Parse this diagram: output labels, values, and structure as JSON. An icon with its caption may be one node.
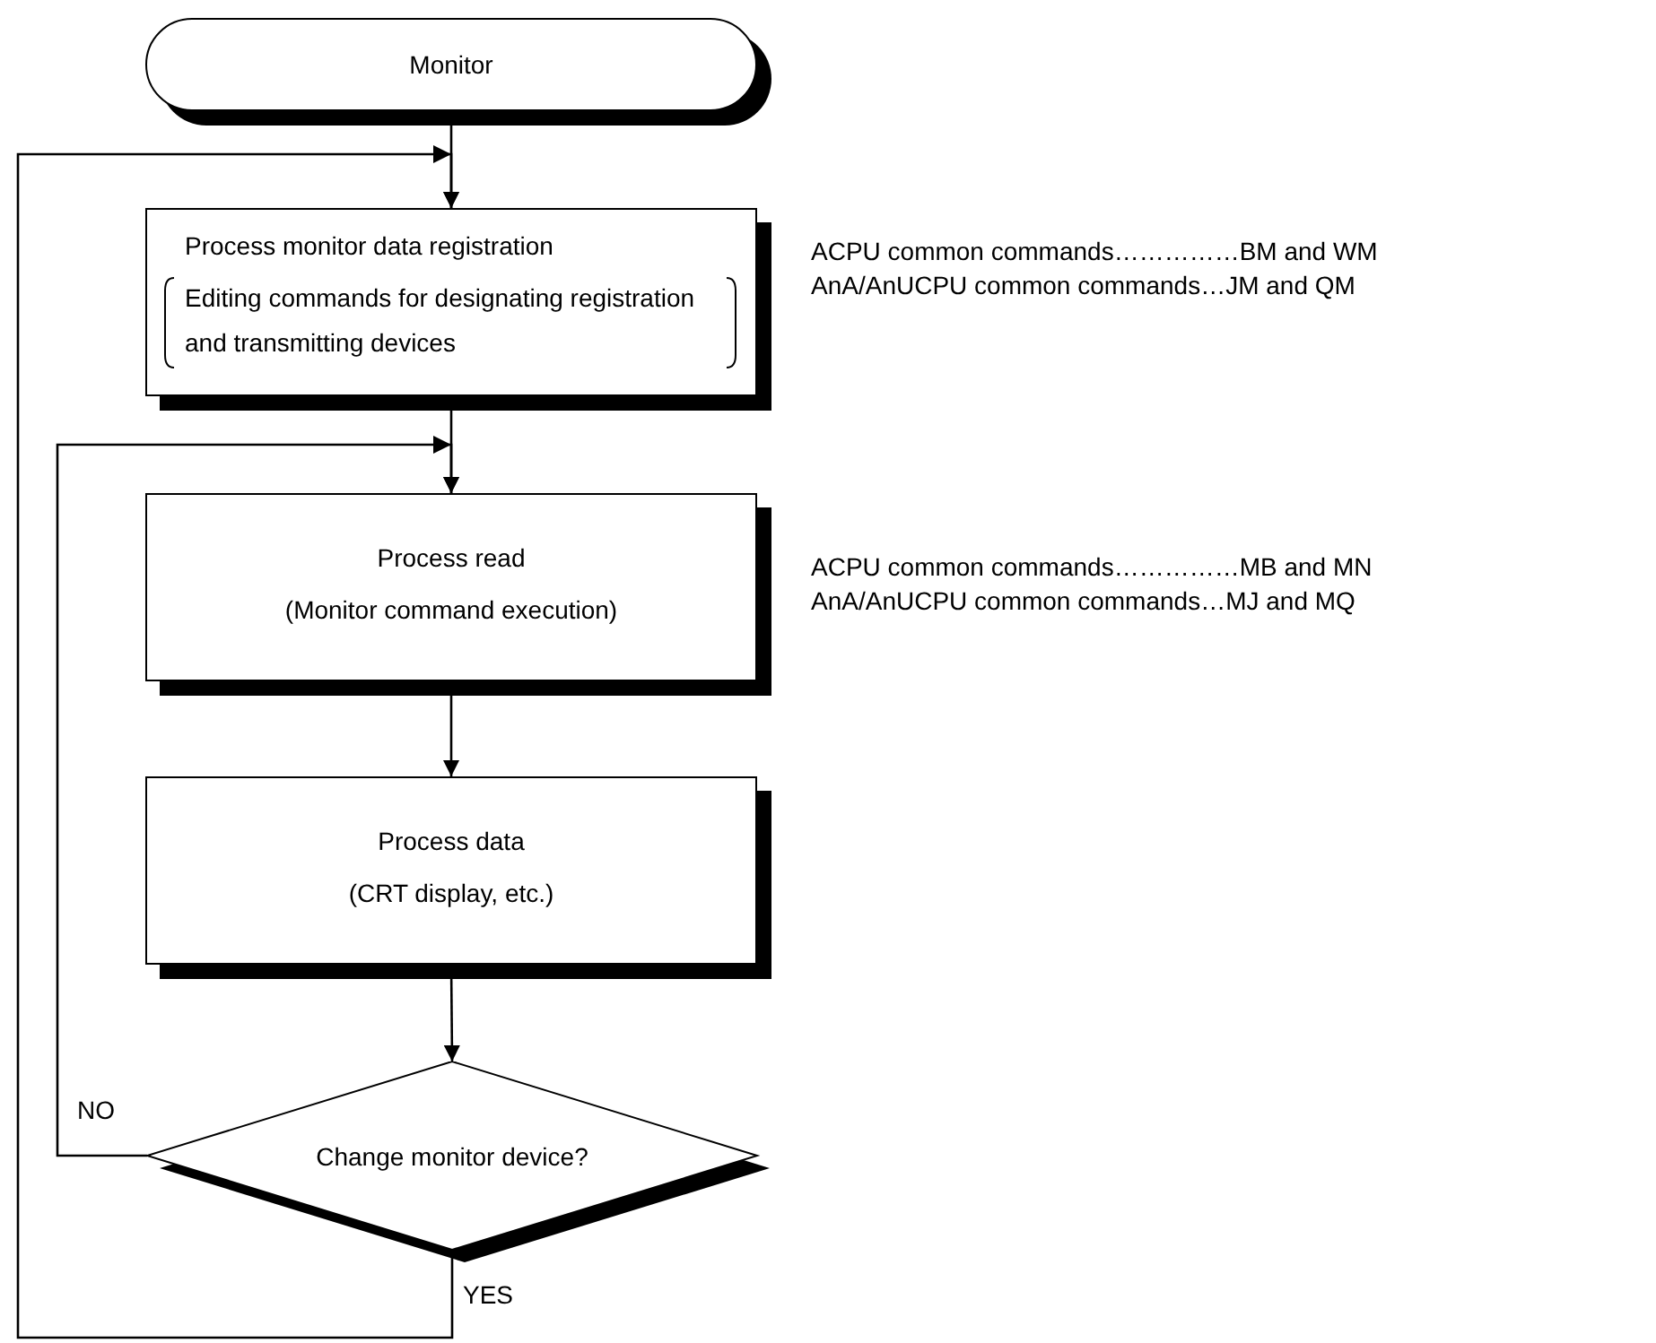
{
  "diagram": {
    "nodes": [
      {
        "text": [
          "Monitor"
        ]
      },
      {
        "text": [
          "Process monitor data registration",
          "Editing commands for designating registration and transmitting devices"
        ],
        "beside": [
          "ACPU common commands……………BM and WM",
          "AnA/AnUCPU common commands…JM and QM"
        ]
      },
      {
        "text": [
          "Process read",
          "(Monitor command execution)"
        ],
        "beside": [
          "ACPU common commands……………MB and MN",
          "AnA/AnUCPU common commands…MJ and MQ"
        ]
      },
      {
        "text": [
          "Process data",
          "(CRT display, etc.)"
        ]
      },
      {
        "text": [
          "Change monitor device?"
        ]
      }
    ],
    "edges": [
      {
        "from": 0,
        "to": 1,
        "arrow": "to"
      },
      {
        "from": 1,
        "to": 2,
        "arrow": "to"
      },
      {
        "from": 2,
        "to": 3,
        "arrow": "to"
      },
      {
        "from": 3,
        "to": 4,
        "arrow": "to"
      },
      {
        "from": 4,
        "to": 2,
        "arrow": "to",
        "label": "NO"
      },
      {
        "from": 4,
        "to": 1,
        "arrow": "to",
        "label": "YES"
      }
    ]
  }
}
